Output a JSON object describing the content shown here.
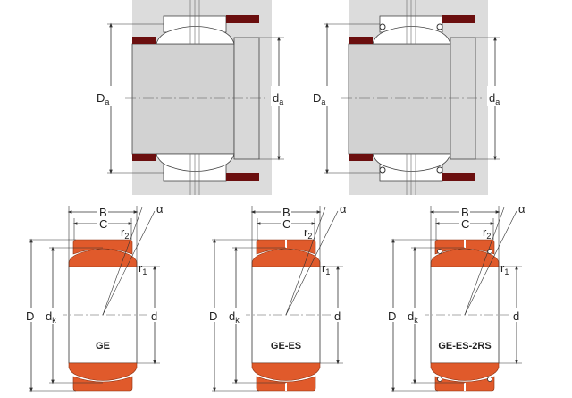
{
  "top_diagrams": [
    {
      "id": "mount-ge",
      "label_Da": "D",
      "label_Da_sub": "a",
      "label_da": "d",
      "label_da_sub": "a",
      "sealed": false
    },
    {
      "id": "mount-ge-2rs",
      "label_Da": "D",
      "label_Da_sub": "a",
      "label_da": "d",
      "label_da_sub": "a",
      "sealed": true
    }
  ],
  "bearings": [
    {
      "type": "GE",
      "B": "B",
      "C": "C",
      "alpha": "α",
      "r2": "r",
      "r2_sub": "2",
      "r1": "r",
      "r1_sub": "1",
      "D": "D",
      "dk": "d",
      "dk_sub": "k",
      "d": "d",
      "split": false,
      "seals": false
    },
    {
      "type": "GE-ES",
      "B": "B",
      "C": "C",
      "alpha": "α",
      "r2": "r",
      "r2_sub": "2",
      "r1": "r",
      "r1_sub": "1",
      "D": "D",
      "dk": "d",
      "dk_sub": "k",
      "d": "d",
      "split": true,
      "seals": false
    },
    {
      "type": "GE-ES-2RS",
      "B": "B",
      "C": "C",
      "alpha": "α",
      "r2": "r",
      "r2_sub": "2",
      "r1": "r",
      "r1_sub": "1",
      "D": "D",
      "dk": "d",
      "dk_sub": "k",
      "d": "d",
      "split": true,
      "seals": true
    }
  ],
  "colors": {
    "ring": "#e05a2b",
    "housing": "#6b0f0f",
    "background": "#dcdcdc"
  }
}
